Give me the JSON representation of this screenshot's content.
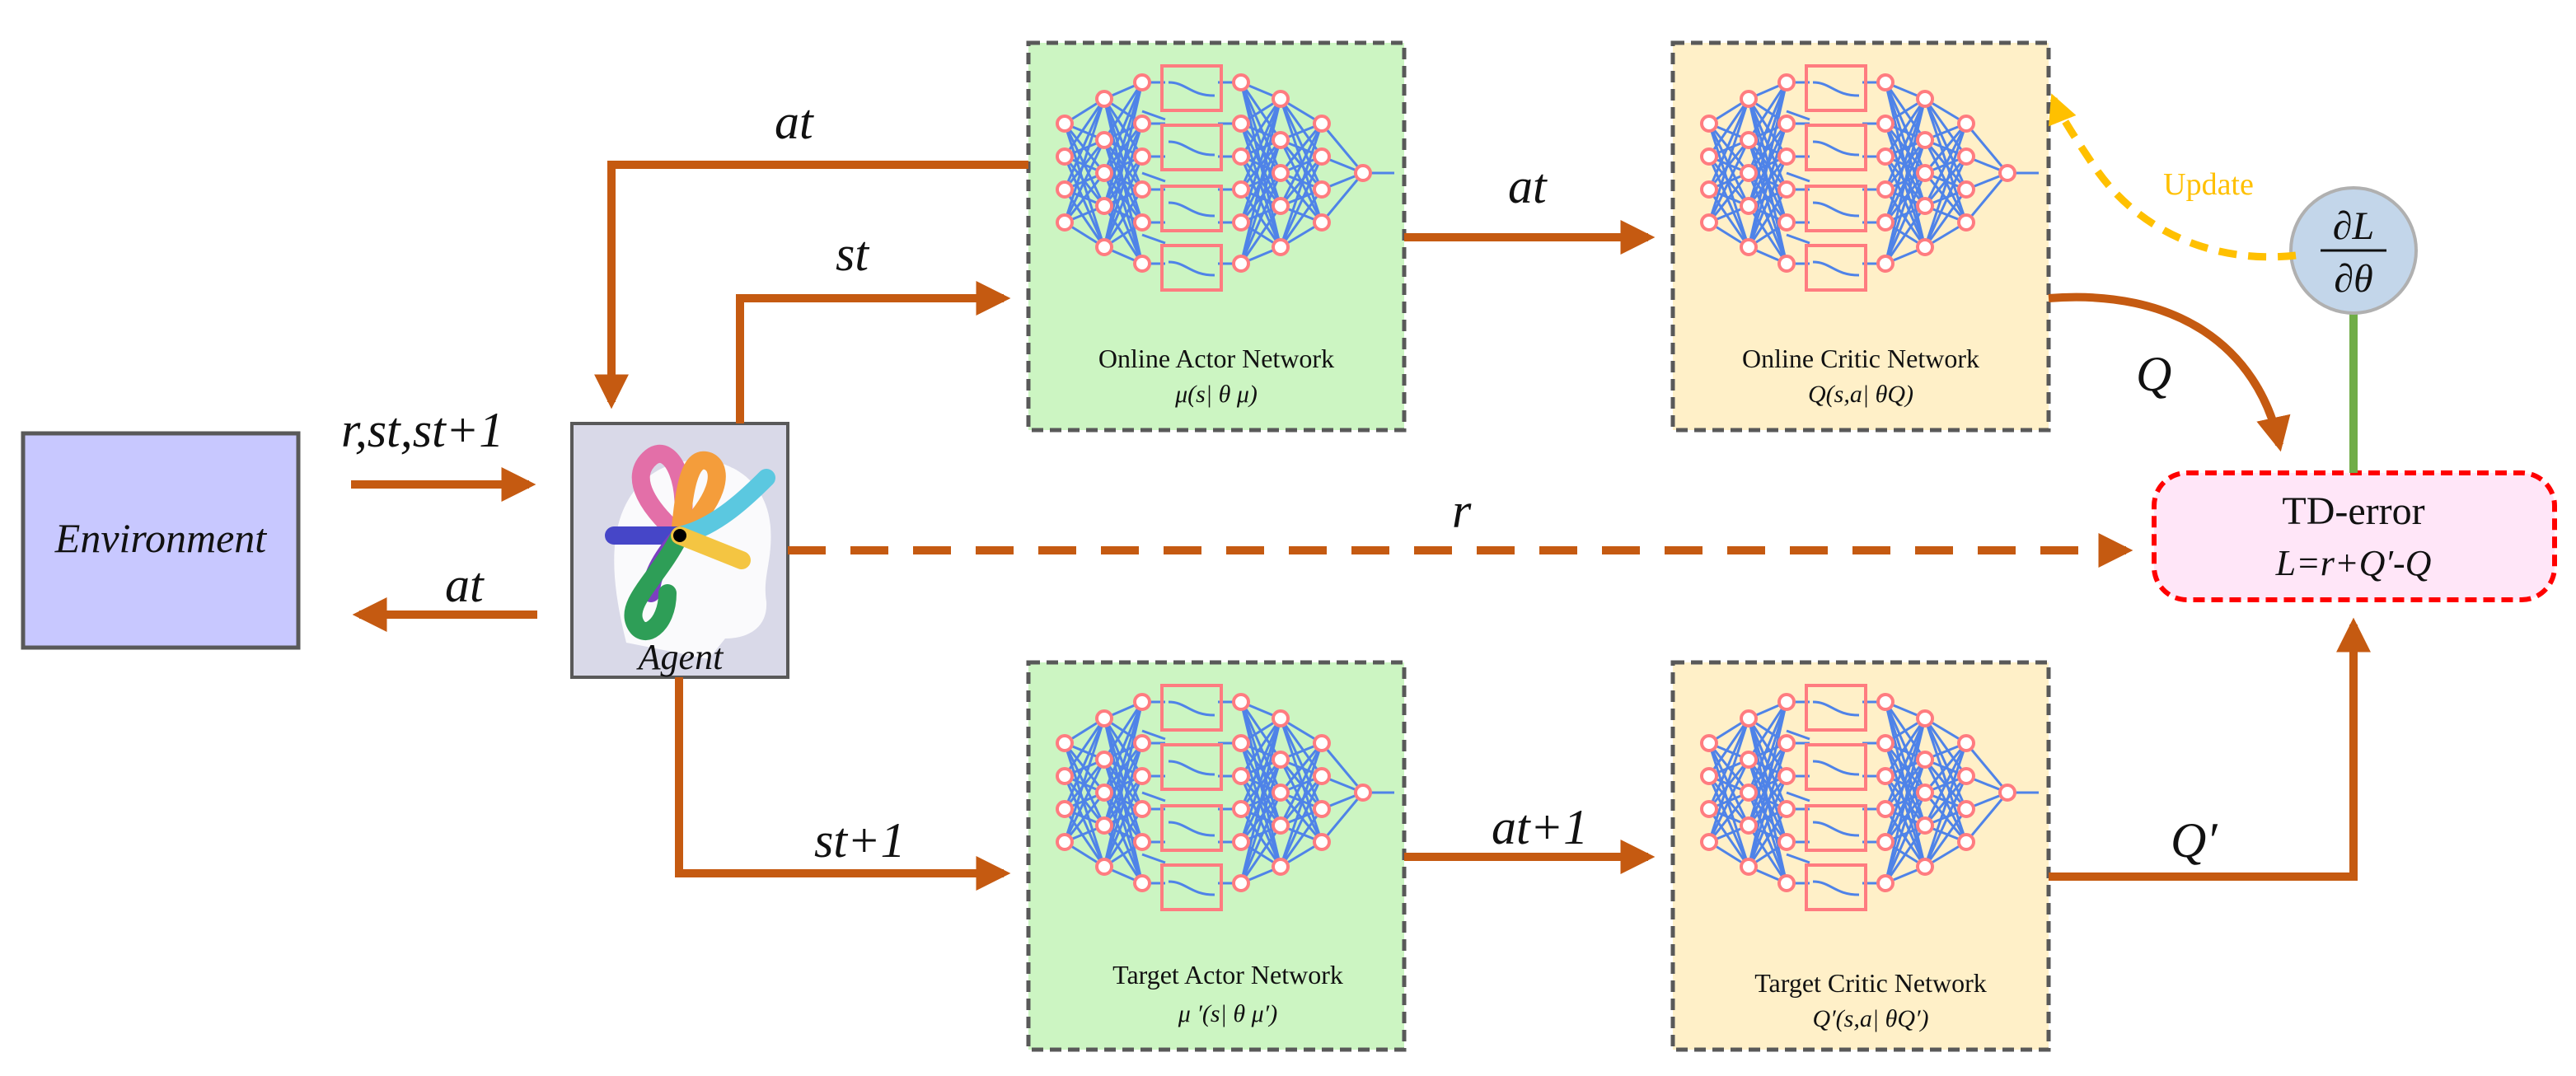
{
  "colors": {
    "arrow": "#c55a11",
    "actor_fill": "#ccf5c2",
    "critic_fill": "#fff0c8",
    "env_fill": "#c8c8ff",
    "agent_fill": "#d9d9e8",
    "td_fill": "#ffe6f8",
    "td_border": "#ff0000",
    "update": "#ffc000",
    "grad_fill": "#c3d6ea",
    "grad_link": "#70ad47",
    "net_line": "#4f83e8",
    "net_node": "#ff7c80"
  },
  "environment": {
    "label": "Environment"
  },
  "agent": {
    "label": "Agent"
  },
  "networks": {
    "online_actor": {
      "title": "Online Actor Network",
      "formula": "μ(s| θ μ)"
    },
    "online_critic": {
      "title": "Online Critic Network",
      "formula": "Q(s,a| θQ)"
    },
    "target_actor": {
      "title": "Target Actor Network",
      "formula": "μ ′(s| θ μ′)"
    },
    "target_critic": {
      "title": "Target Critic Network",
      "formula": "Q′(s,a| θQ′)"
    }
  },
  "td_error": {
    "title": "TD-error",
    "formula": "L=r+Q′-Q"
  },
  "gradient": {
    "numerator": "∂L",
    "denominator": "∂θ"
  },
  "update_label": "Update",
  "labels": {
    "env_to_agent": "r,st,st+1",
    "agent_to_env": "at",
    "actor_to_agent": "at",
    "agent_to_actor": "st",
    "actor_to_critic": "at",
    "agent_to_target_actor": "st+1",
    "target_actor_to_critic": "at+1",
    "reward": "r",
    "q": "Q",
    "q_prime": "Q′"
  }
}
